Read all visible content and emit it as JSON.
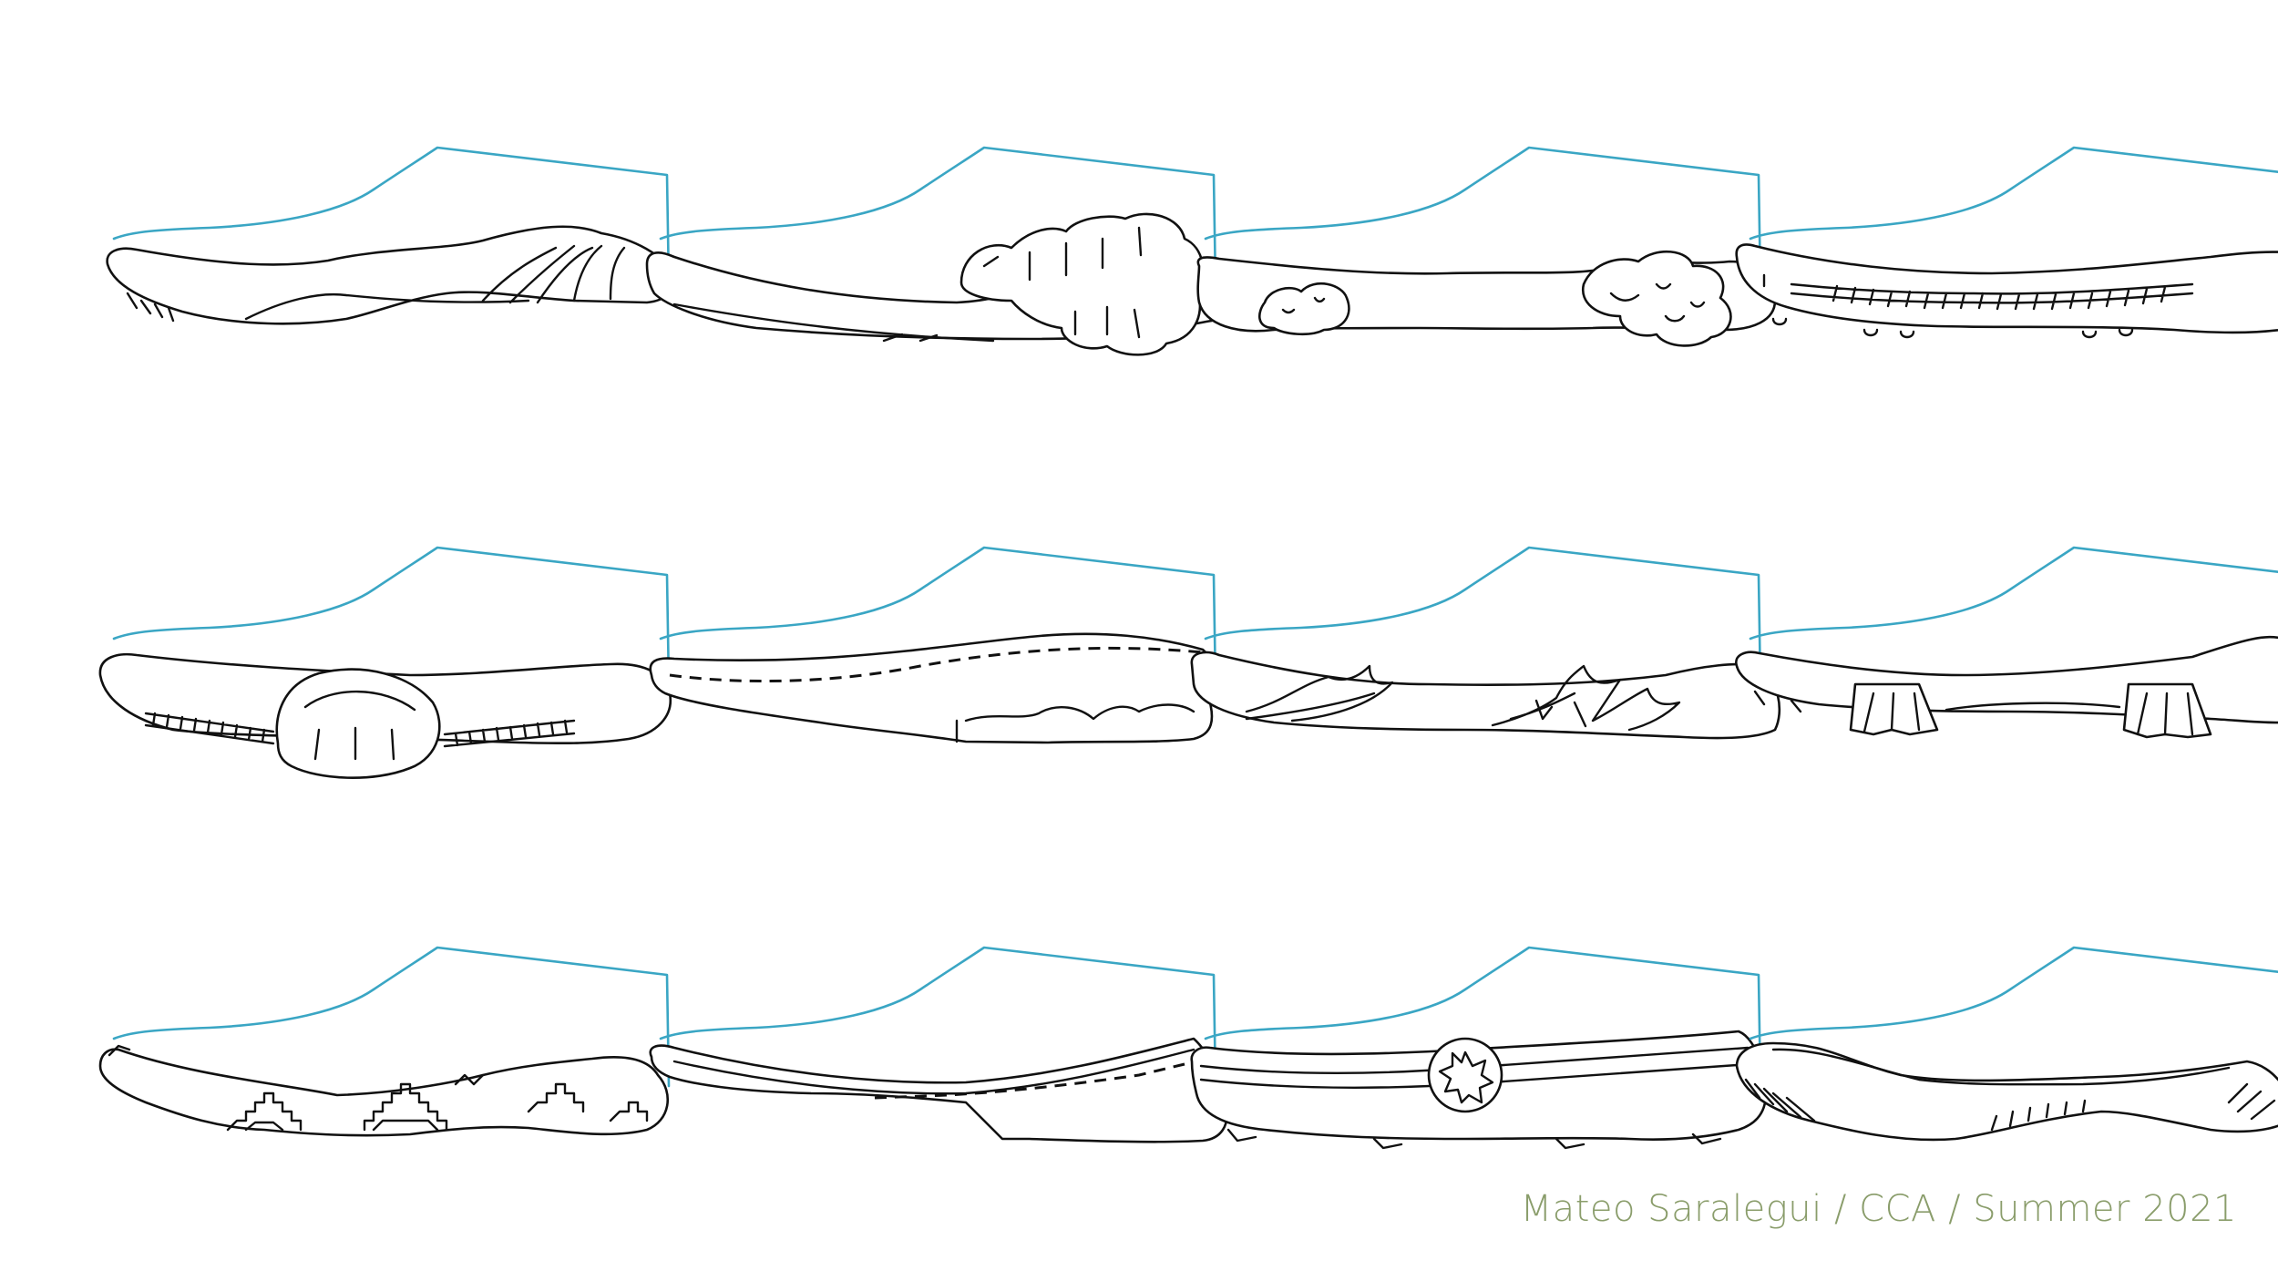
{
  "credit": "Mateo Saralegui / CCA / Summer 2021",
  "colors": {
    "upper_line": "#3aa6c4",
    "sole_line": "#111111",
    "credit_text": "#8a9d6b",
    "background": "#ffffff"
  },
  "sketch_grid": {
    "rows": 3,
    "columns": 4,
    "sole_concepts": [
      "sculpted-wave-sole",
      "fungus-cluster-sole",
      "bumpy-growth-sole",
      "rope-welt-sole",
      "grid-arch-sole",
      "stitched-wavy-heel-sole",
      "flame-sole",
      "fringe-sole",
      "stepped-pattern-sole",
      "angular-stitched-sole",
      "star-badge-sole",
      "hatched-wave-sole"
    ]
  }
}
